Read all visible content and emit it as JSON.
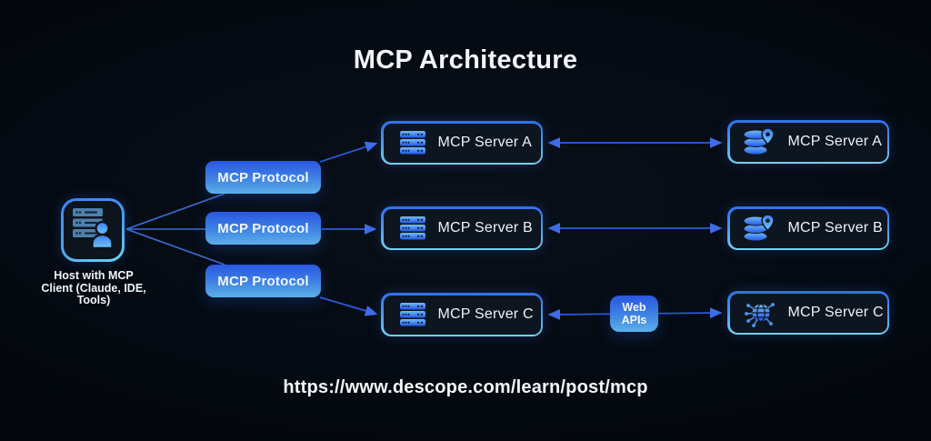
{
  "title": "MCP Architecture",
  "url": "https://www.descope.com/learn/post/mcp",
  "host": {
    "label": "Host with MCP Client (Claude, IDE, Tools)",
    "icon": "server-user-icon"
  },
  "protocol_buttons": [
    {
      "label": "MCP Protocol"
    },
    {
      "label": "MCP Protocol"
    },
    {
      "label": "MCP Protocol"
    }
  ],
  "middle_servers": [
    {
      "label": "MCP Server A",
      "icon": "server-rack-icon"
    },
    {
      "label": "MCP Server B",
      "icon": "server-rack-icon"
    },
    {
      "label": "MCP Server C",
      "icon": "server-rack-icon"
    }
  ],
  "right_servers": [
    {
      "label": "MCP Server A",
      "icon": "database-pin-icon"
    },
    {
      "label": "MCP Server B",
      "icon": "database-pin-icon"
    },
    {
      "label": "MCP Server C",
      "icon": "globe-network-icon"
    }
  ],
  "web_apis": {
    "label": "Web APIs"
  },
  "colors": {
    "background": "#050b13",
    "accent_blue": "#2a57e2",
    "accent_cyan": "#74d4f2",
    "connector_line": "#2d5ce0",
    "text": "#f4f6f9"
  }
}
